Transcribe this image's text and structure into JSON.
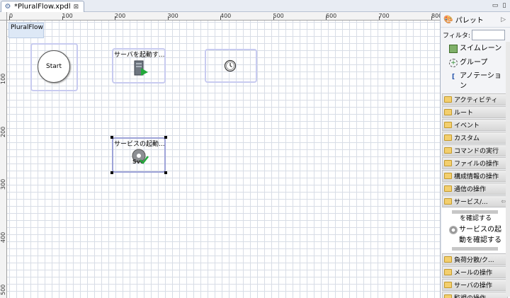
{
  "editor": {
    "tab_label": "*PluralFlow.xpdl",
    "tab_close": "⊠",
    "minimize": "▭",
    "maximize": "▯"
  },
  "ruler": {
    "h_labels": [
      "0",
      "100",
      "200",
      "300",
      "400",
      "500",
      "600",
      "700",
      "800"
    ],
    "v_labels": [
      "100",
      "200",
      "300",
      "400",
      "500"
    ]
  },
  "diagram": {
    "pool_label": "PluralFlow",
    "start_label": "Start",
    "task1_title": "サーバを起動す...",
    "task2_title": "サービスの起動...",
    "event_icon": "clock-icon"
  },
  "palette": {
    "title": "パレット",
    "collapse": "▷",
    "filter_label": "フィルタ:",
    "filter_value": "",
    "tools": [
      "スイムレーン",
      "グループ",
      "アノテーション"
    ],
    "drawers_top": [
      "アクティビティ",
      "ルート",
      "イベント",
      "カスタム",
      "コマンドの実行",
      "ファイルの操作",
      "構成情報の操作",
      "通信の操作"
    ],
    "open_drawer": "サービス/...",
    "open_drawer_pin": "⇦",
    "sub_items_partial": "を確認する",
    "sub_item": "サービスの起動を確認する",
    "drawers_bottom": [
      "負荷分散/ク...",
      "メールの操作",
      "サーバの操作",
      "監視の操作"
    ]
  }
}
